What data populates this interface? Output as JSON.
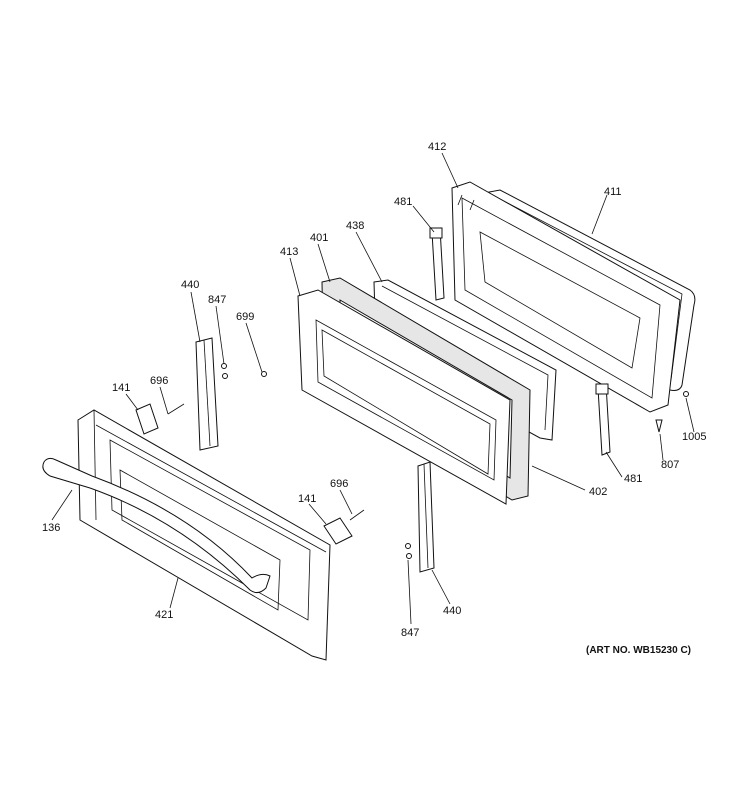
{
  "art_number": "(ART NO. WB15230 C)",
  "labels": {
    "l412": "412",
    "l411": "411",
    "l481a": "481",
    "l438": "438",
    "l401": "401",
    "l413": "413",
    "l440a": "440",
    "l847a": "847",
    "l699": "699",
    "l141a": "141",
    "l696a": "696",
    "l136": "136",
    "l421": "421",
    "l141b": "141",
    "l696b": "696",
    "l402": "402",
    "l481b": "481",
    "l807": "807",
    "l1005": "1005",
    "l847b": "847",
    "l440b": "440"
  }
}
